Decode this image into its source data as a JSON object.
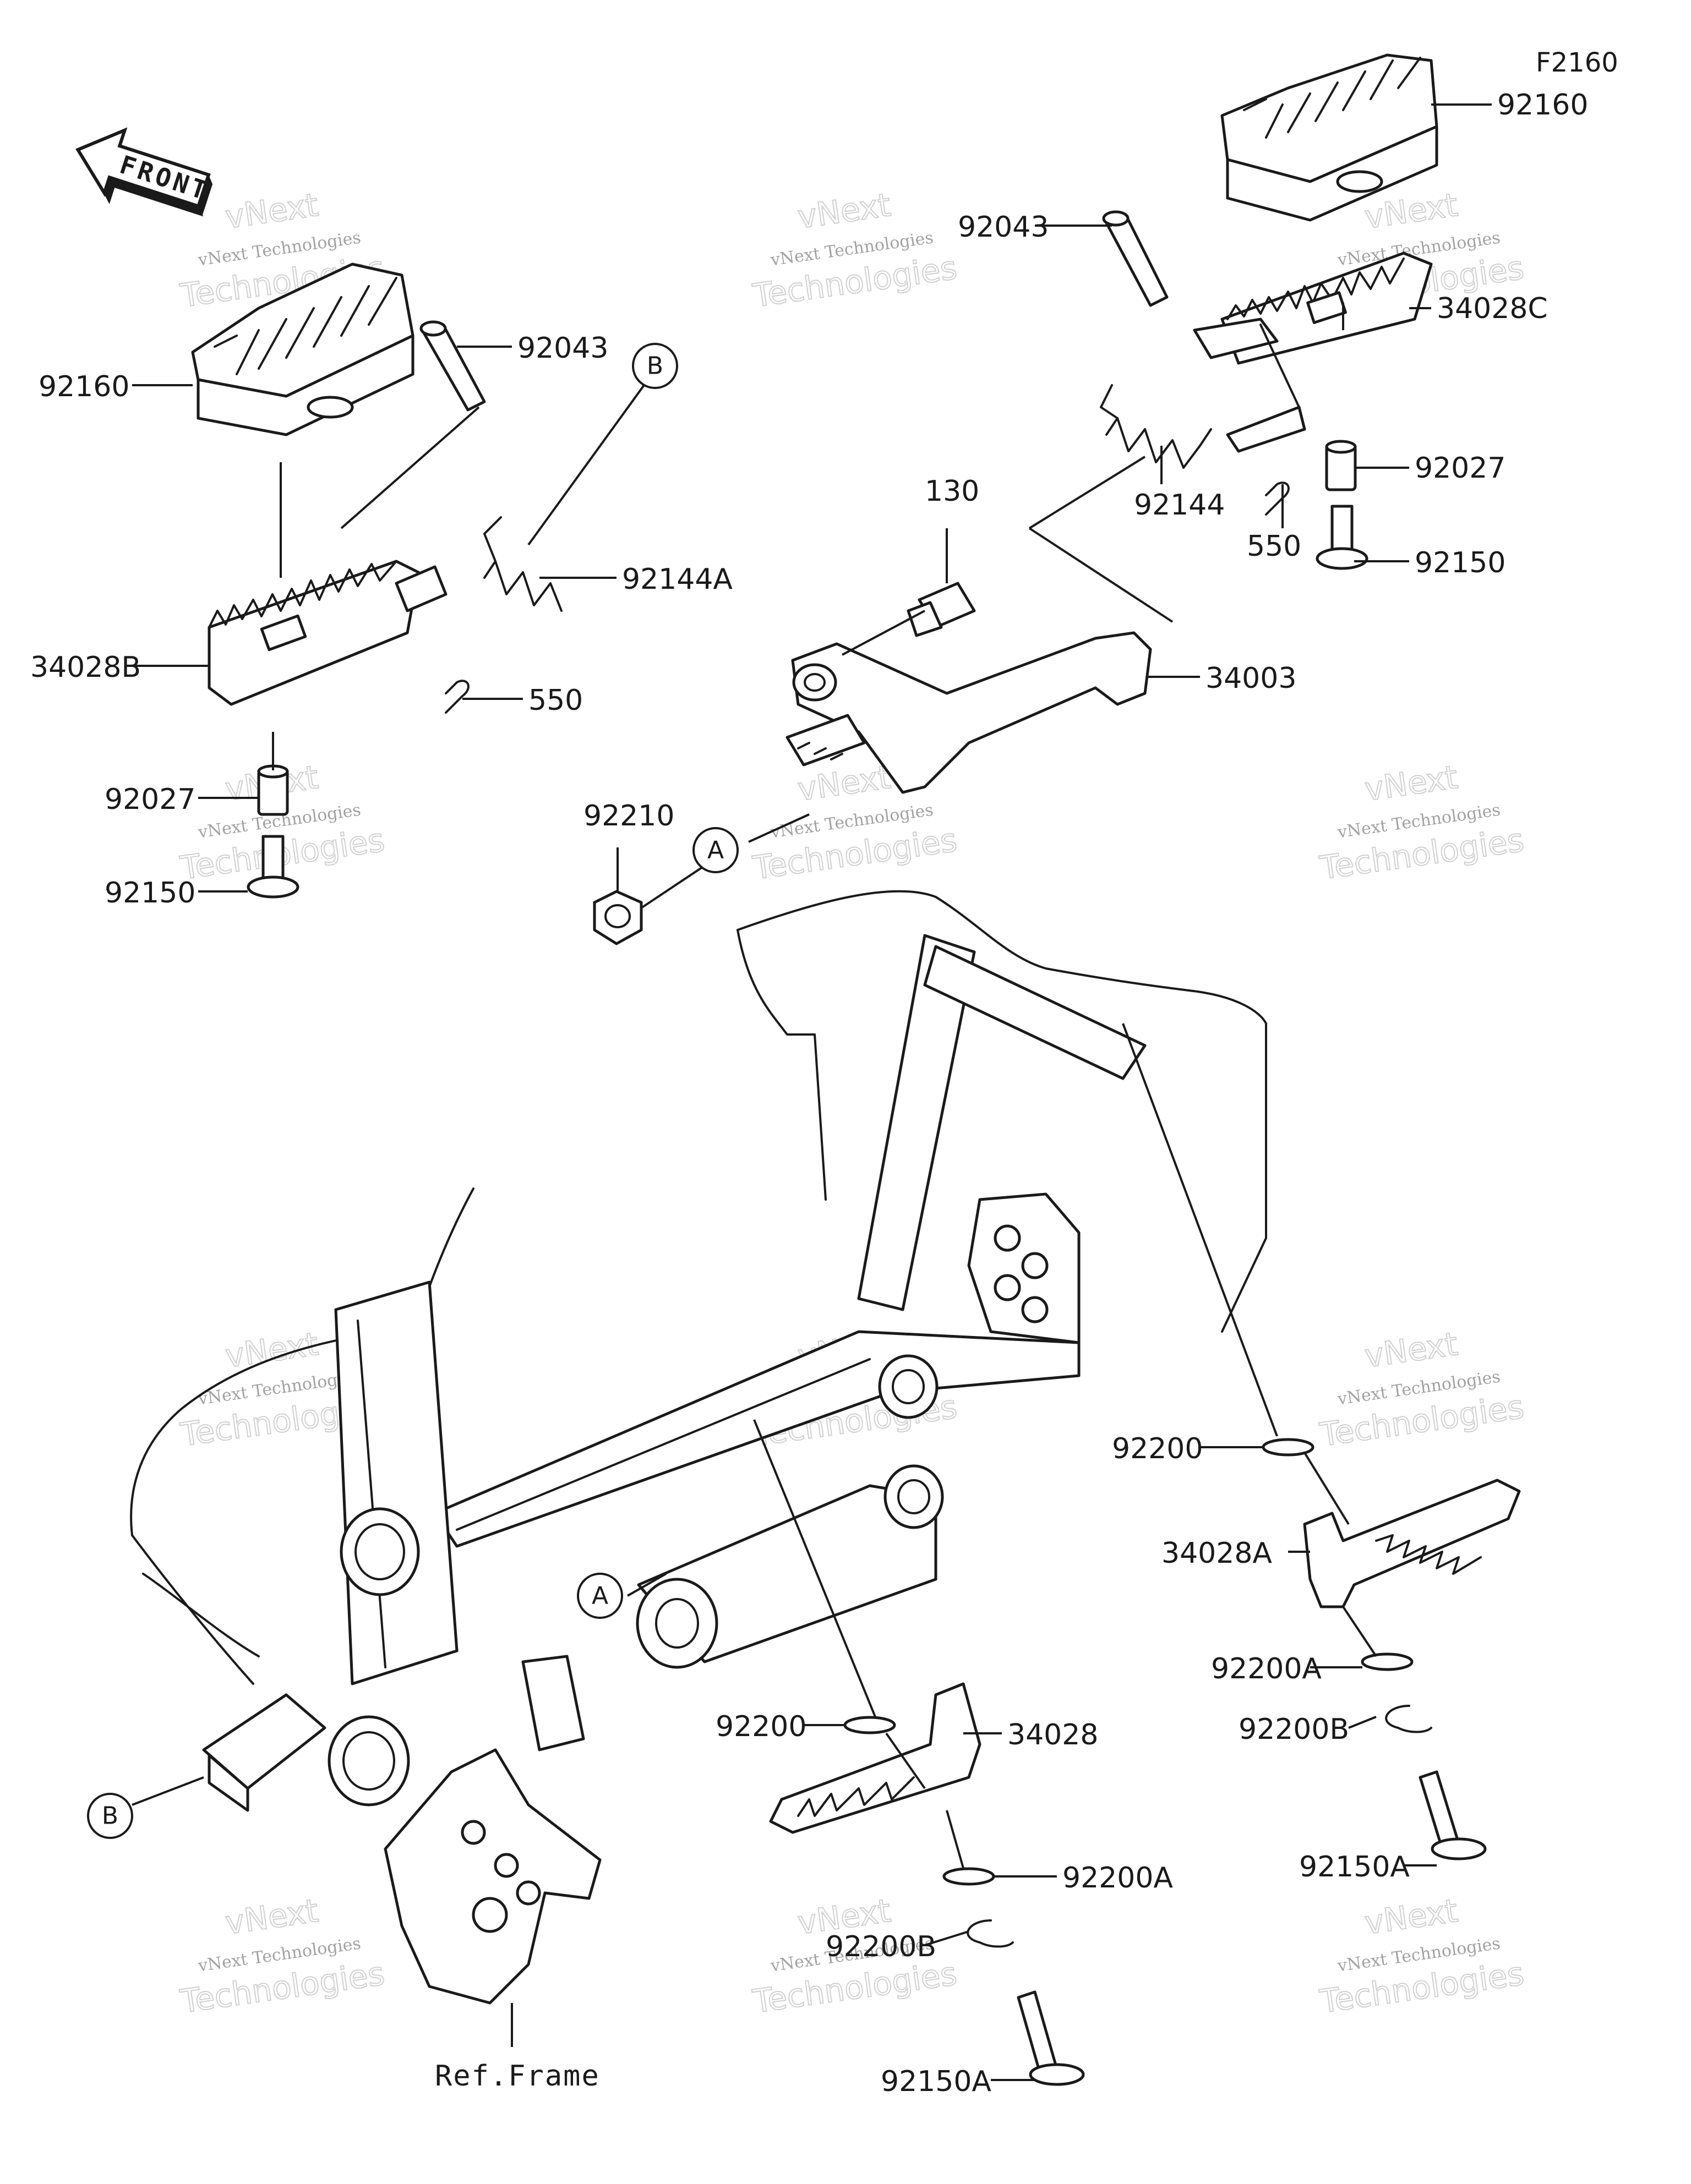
{
  "figure_id": "F2160",
  "direction_marker": {
    "text": "FRONT",
    "icon": "front-direction-arrow-icon"
  },
  "callouts": [
    "A",
    "B"
  ],
  "parts": [
    {
      "id": "92160-right",
      "number": "92160"
    },
    {
      "id": "92043-right",
      "number": "92043"
    },
    {
      "id": "34028C",
      "number": "34028C"
    },
    {
      "id": "92027-right",
      "number": "92027"
    },
    {
      "id": "92144",
      "number": "92144"
    },
    {
      "id": "550-right",
      "number": "550"
    },
    {
      "id": "92150-right",
      "number": "92150"
    },
    {
      "id": "130",
      "number": "130"
    },
    {
      "id": "34003",
      "number": "34003"
    },
    {
      "id": "92210",
      "number": "92210"
    },
    {
      "id": "92160-left",
      "number": "92160"
    },
    {
      "id": "92043-left",
      "number": "92043"
    },
    {
      "id": "92144A",
      "number": "92144A"
    },
    {
      "id": "34028B",
      "number": "34028B"
    },
    {
      "id": "550-left",
      "number": "550"
    },
    {
      "id": "92027-left",
      "number": "92027"
    },
    {
      "id": "92150-left",
      "number": "92150"
    },
    {
      "id": "92200-right",
      "number": "92200"
    },
    {
      "id": "34028A",
      "number": "34028A"
    },
    {
      "id": "92200A-right",
      "number": "92200A"
    },
    {
      "id": "92200B-right",
      "number": "92200B"
    },
    {
      "id": "92150A-right",
      "number": "92150A"
    },
    {
      "id": "92200-center",
      "number": "92200"
    },
    {
      "id": "34028",
      "number": "34028"
    },
    {
      "id": "92200A-center",
      "number": "92200A"
    },
    {
      "id": "92200B-center",
      "number": "92200B"
    },
    {
      "id": "92150A-center",
      "number": "92150A"
    }
  ],
  "reference": "Ref.Frame",
  "watermark": {
    "line1": "vNext Technologies",
    "line2": "vNext",
    "line3": "Technologies"
  }
}
